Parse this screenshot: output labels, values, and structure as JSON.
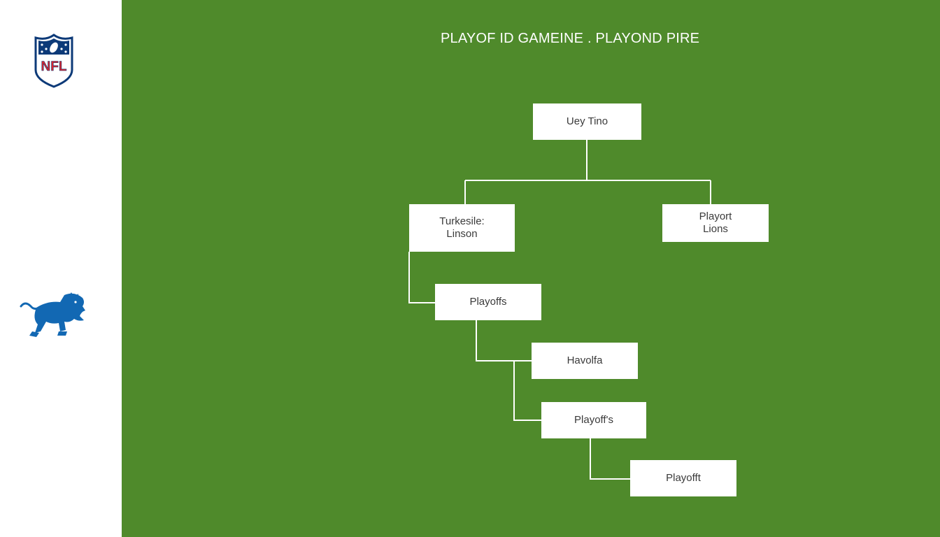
{
  "sidebar": {
    "nfl_logo_text": "NFL",
    "nfl_logo_icon": "nfl-shield-icon",
    "lions_logo_icon": "leaping-lion-icon",
    "colors": {
      "nfl_red": "#d7262f",
      "nfl_blue": "#0d3a78",
      "lions_blue": "#1268b3"
    }
  },
  "diagram": {
    "title": "PLAYOF ID GAMEINE .  PLAYOND PIRE",
    "background_color": "#4f8a2b",
    "node_color": "#ffffff",
    "line_color": "#ffffff",
    "nodes": {
      "root": {
        "line1": "Uey Tino"
      },
      "left": {
        "line1": "Turkesile:",
        "line2": "Linson"
      },
      "right": {
        "line1": "Playort",
        "line2": "Lions"
      },
      "level3": {
        "line1": "Playoffs"
      },
      "level4": {
        "line1": "Havolfa"
      },
      "level5": {
        "line1": "Playoff's"
      },
      "level6": {
        "line1": "Playofft"
      }
    }
  }
}
